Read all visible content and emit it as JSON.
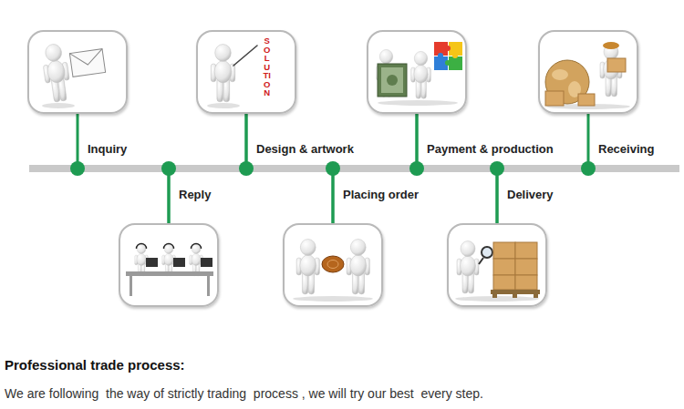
{
  "diagram": {
    "title": "Professional trade process:",
    "caption": "We are following  the way of strictly trading  process , we will try our best  every step.",
    "nodes": [
      {
        "text": [
          "Inquiry"
        ]
      },
      {
        "text": [
          "Reply"
        ]
      },
      {
        "text": [
          "Design & artwork"
        ]
      },
      {
        "text": [
          "Placing order"
        ]
      },
      {
        "text": [
          "Payment & production"
        ]
      },
      {
        "text": [
          "Delivery"
        ]
      },
      {
        "text": [
          "Receiving"
        ]
      }
    ],
    "edges": [
      {
        "from": 0,
        "to": 1,
        "arrow": "none"
      },
      {
        "from": 1,
        "to": 2,
        "arrow": "none"
      },
      {
        "from": 2,
        "to": 3,
        "arrow": "none"
      },
      {
        "from": 3,
        "to": 4,
        "arrow": "none"
      },
      {
        "from": 4,
        "to": 5,
        "arrow": "none"
      },
      {
        "from": 5,
        "to": 6,
        "arrow": "none"
      }
    ],
    "labels": [
      "SOLUTION"
    ]
  }
}
